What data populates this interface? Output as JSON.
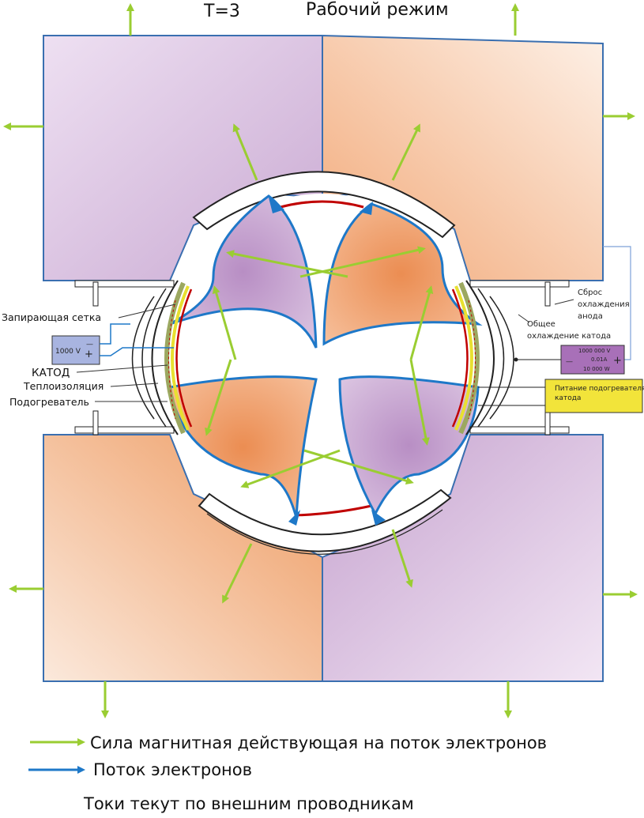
{
  "header": {
    "t_value": "T=3",
    "mode": "Рабочий режим"
  },
  "labels": {
    "locking_grid": "Запирающая сетка",
    "cathode": "КАТОД",
    "thermal_insulation": "Теплоизоляция",
    "heater": "Подогреватель",
    "reset_cooling_line1": "Сброс",
    "reset_cooling_line2": "охлаждения",
    "reset_cooling_line3": "анода",
    "common_cooling_line1": "Общее",
    "common_cooling_line2": "охлаждение катода",
    "heater_power_line1": "Питание подогревателя",
    "heater_power_line2": "катода"
  },
  "left_supply": {
    "voltage": "1000 V",
    "minus": "—",
    "plus": "+"
  },
  "right_supply": {
    "voltage": "1000 000 V",
    "current": "0.01A",
    "power": "10 000 W",
    "minus": "—",
    "plus": "+"
  },
  "legend": {
    "magnetic_force": "Сила магнитная действующая на поток электронов",
    "electron_flow": "Поток электронов",
    "note": "Токи текут по внешним проводникам"
  },
  "colors": {
    "force_arrow": "#9ACD32",
    "electron_flow": "#1E78C8",
    "purple_pole": "#C8A8D0",
    "orange_pole": "#F0A070",
    "hot_edge": "#C00000",
    "insulation": "#9CA860",
    "heater": "#E8E030",
    "power_box": "#A870B8",
    "heater_box": "#F2E43A",
    "supply_box": "#A8B4E0"
  }
}
